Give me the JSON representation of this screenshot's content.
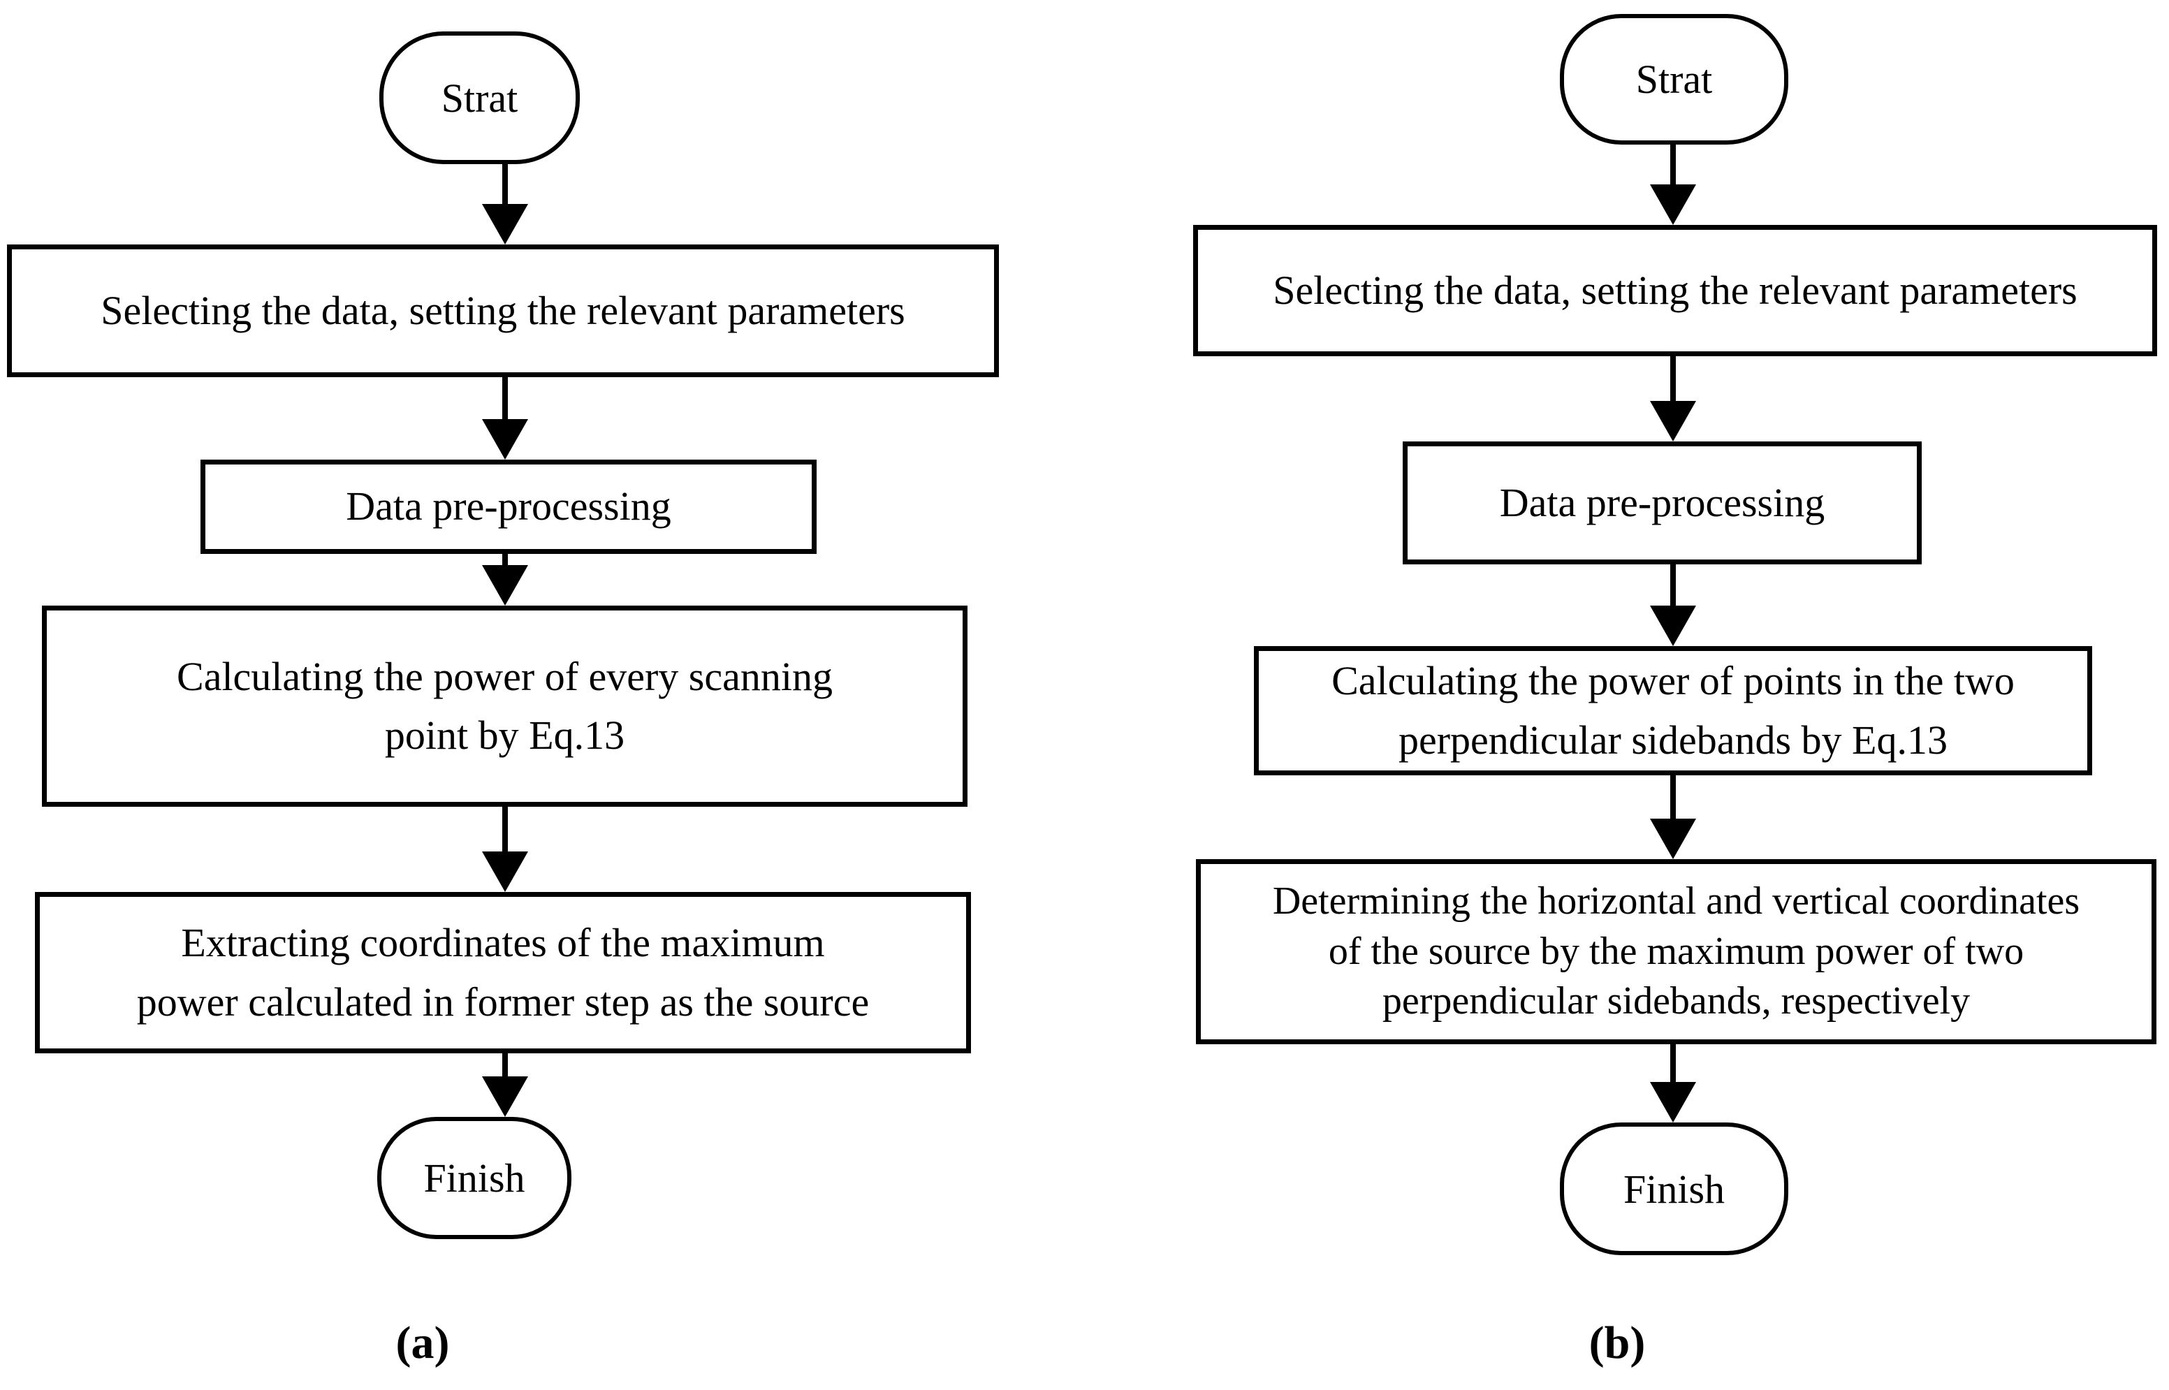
{
  "colors": {
    "stroke": "#000000",
    "background": "#ffffff",
    "text": "#000000"
  },
  "panels": {
    "a": {
      "caption": "(a)",
      "start_label": "Strat",
      "finish_label": "Finish",
      "steps": [
        {
          "label": "Selecting the data, setting the relevant parameters"
        },
        {
          "label": "Data pre-processing"
        },
        {
          "label": "Calculating the power of every scanning\npoint by Eq.13"
        },
        {
          "label": "Extracting coordinates of the maximum\npower calculated in former step as the source"
        }
      ]
    },
    "b": {
      "caption": "(b)",
      "start_label": "Strat",
      "finish_label": "Finish",
      "steps": [
        {
          "label": "Selecting the data, setting the relevant parameters"
        },
        {
          "label": "Data pre-processing"
        },
        {
          "label": "Calculating the power of points in the two\nperpendicular sidebands by Eq.13"
        },
        {
          "label": "Determining the horizontal and vertical coordinates\nof the source by the maximum power of two\nperpendicular sidebands, respectively"
        }
      ]
    }
  }
}
